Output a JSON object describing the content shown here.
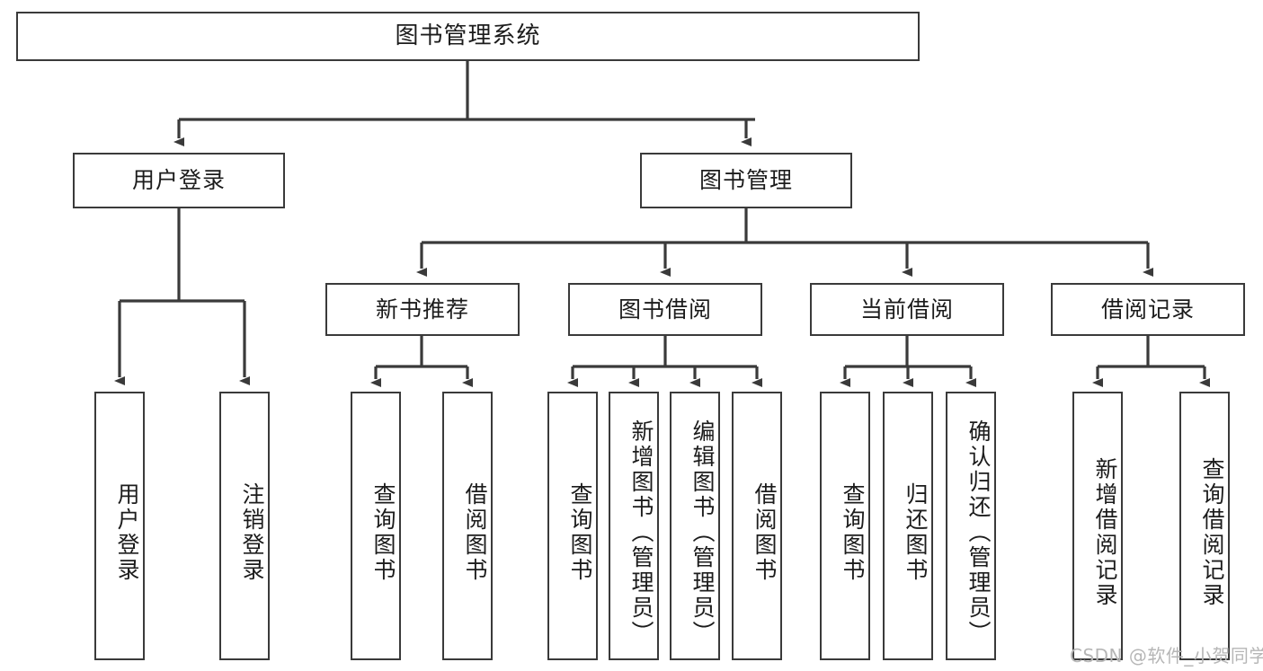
{
  "diagram": {
    "title": "图书管理系统",
    "type": "hierarchical-function-tree",
    "background_color": "#ffffff",
    "stroke_color": "#3a3a3a",
    "text_color": "#1c1c1c"
  },
  "root": {
    "label": "图书管理系统"
  },
  "level2": [
    {
      "label": "用户登录"
    },
    {
      "label": "图书管理"
    }
  ],
  "level3": [
    {
      "label": "新书推荐"
    },
    {
      "label": "图书借阅"
    },
    {
      "label": "当前借阅"
    },
    {
      "label": "借阅记录"
    }
  ],
  "leaves": {
    "user_login": [
      {
        "label": "用户登录"
      },
      {
        "label": "注销登录"
      }
    ],
    "new_book_recommend": [
      {
        "label": "查询图书"
      },
      {
        "label": "借阅图书"
      }
    ],
    "book_borrow": [
      {
        "label": "查询图书"
      },
      {
        "label": "新增图书（管理员）"
      },
      {
        "label": "编辑图书（管理员）"
      },
      {
        "label": "借阅图书"
      }
    ],
    "current_borrow": [
      {
        "label": "查询图书"
      },
      {
        "label": "归还图书"
      },
      {
        "label": "确认归还（管理员）"
      }
    ],
    "borrow_record": [
      {
        "label": "新增借阅记录"
      },
      {
        "label": "查询借阅记录"
      }
    ]
  },
  "watermark": {
    "text": "CSDN @软件_小贺同学"
  }
}
